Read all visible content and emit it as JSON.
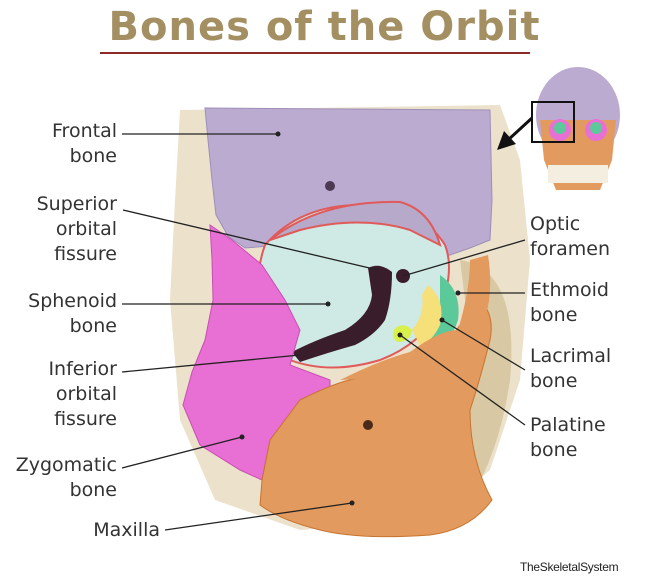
{
  "title": "Bones of the Orbit",
  "labels": {
    "frontal": [
      "Frontal",
      "bone"
    ],
    "superior_fissure": [
      "Superior",
      "orbital",
      "fissure"
    ],
    "sphenoid": [
      "Sphenoid",
      "bone"
    ],
    "inferior_fissure": [
      "Inferior",
      "orbital",
      "fissure"
    ],
    "zygomatic": [
      "Zygomatic",
      "bone"
    ],
    "maxilla": [
      "Maxilla"
    ],
    "optic": [
      "Optic",
      "foramen"
    ],
    "ethmoid": [
      "Ethmoid",
      "bone"
    ],
    "lacrimal": [
      "Lacrimal",
      "bone"
    ],
    "palatine": [
      "Palatine",
      "bone"
    ]
  },
  "credit": "TheSkeletalSystem",
  "colors": {
    "title": "#a38f62",
    "frontal": "#b9a9cf",
    "sphenoid": "#cfe9e4",
    "zygomatic": "#e86fd3",
    "maxilla": "#e39a5e",
    "ethmoid": "#5cc99a",
    "lacrimal": "#f5e07a",
    "palatine": "#d7f04a",
    "fissure": "#3a1d2a",
    "background_bone": "#e8dcc2"
  }
}
